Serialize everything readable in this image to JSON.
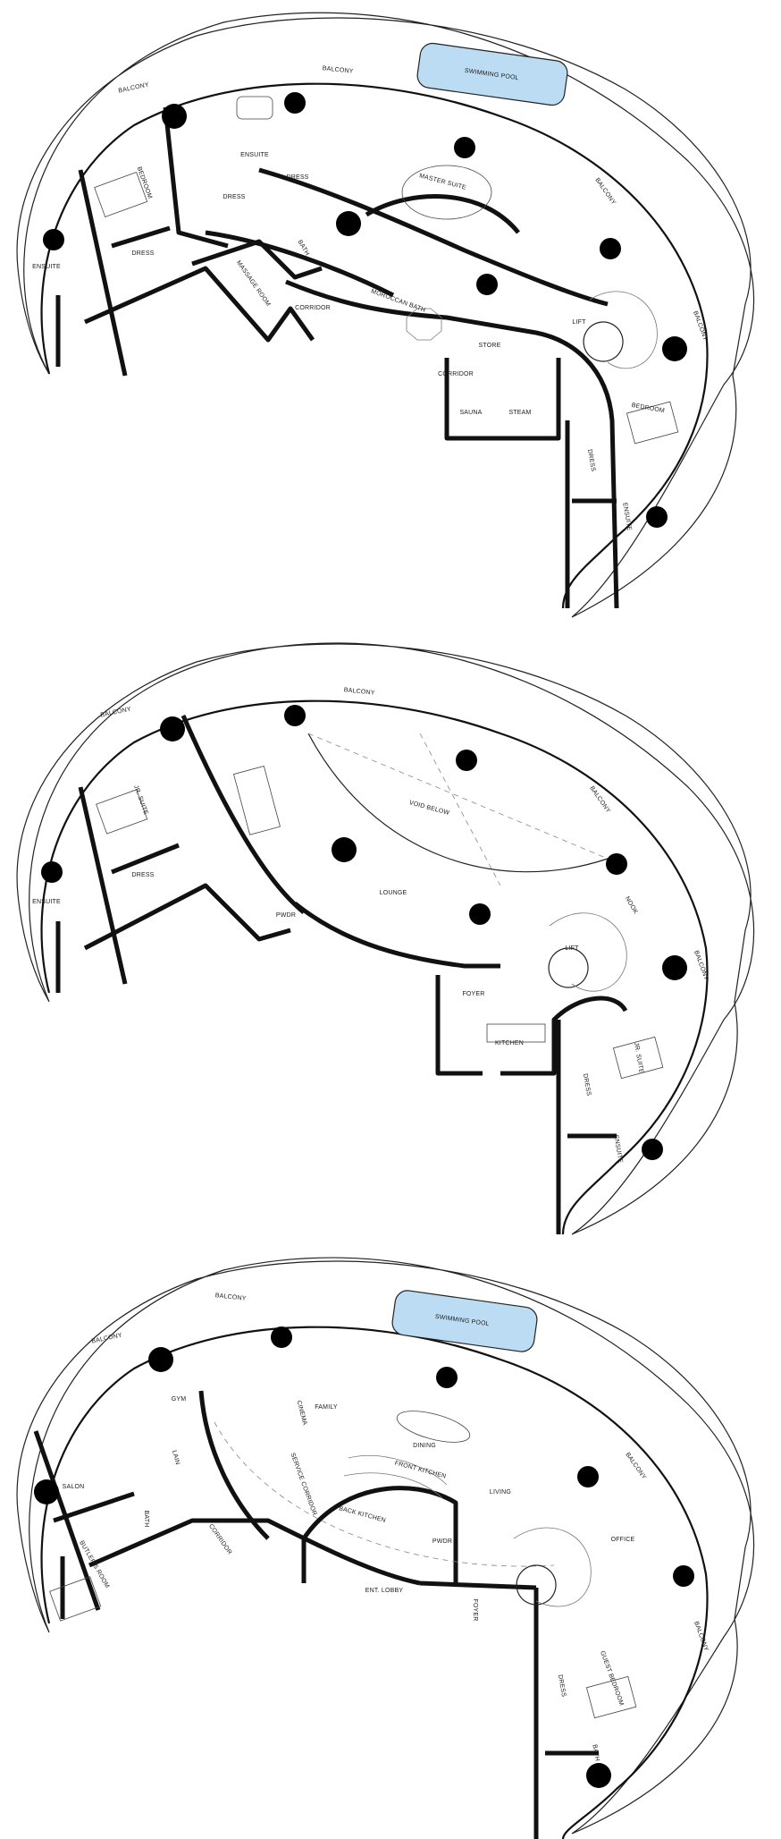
{
  "colors": {
    "pool": "#bcdcf4",
    "wall": "#111111",
    "column": "#000000",
    "background": "#ffffff"
  },
  "floors": [
    {
      "id": "upper",
      "labels": {
        "balcony_left": "BALCONY",
        "balcony_top": "BALCONY",
        "swimming_pool": "SWIMMING POOL",
        "balcony_right": "BALCONY",
        "balcony_far_right": "BALCONY",
        "ensuite_top": "ENSUITE",
        "dress_a": "DRESS",
        "dress_b": "DRESS",
        "master_suite": "MASTER SUITE",
        "bedroom_left": "BEDROOM",
        "ensuite_left": "ENSUITE",
        "dress_left": "DRESS",
        "massage_room": "MASSAGE ROOM",
        "bath": "BATH",
        "corridor_a": "CORRIDOR",
        "moroccan_bath": "MOROCCAN BATH",
        "lift": "LIFT",
        "store": "STORE",
        "corridor_b": "CORRIDOR",
        "sauna": "SAUNA",
        "steam": "STEAM",
        "bedroom_right": "BEDROOM",
        "dress_right": "DRESS",
        "ensuite_right": "ENSUITE"
      }
    },
    {
      "id": "middle",
      "labels": {
        "balcony_left": "BALCONY",
        "balcony_top": "BALCONY",
        "balcony_right": "BALCONY",
        "balcony_far_right": "BALCONY",
        "jr_suite_left": "JR. SUITE",
        "ensuite_left": "ENSUITE",
        "dress_left": "DRESS",
        "void_below": "VOID BELOW",
        "lounge": "LOUNGE",
        "pwdr": "PWDR",
        "nook": "NOOK",
        "lift": "LIFT",
        "foyer": "FOYER",
        "kitchen": "KITCHEN",
        "jr_suite_right": "JR. SUITE",
        "dress_right": "DRESS",
        "ensuite_right": "ENSUITE"
      }
    },
    {
      "id": "lower",
      "labels": {
        "balcony_left": "BALCONY",
        "balcony_top": "BALCONY",
        "swimming_pool": "SWIMMING POOL",
        "balcony_right": "BALCONY",
        "balcony_far_right": "BALCONY",
        "gym": "GYM",
        "cinema": "CINEMA",
        "family": "FAMILY",
        "dining": "DINING",
        "living": "LIVING",
        "salon": "SALON",
        "lain": "LAIN",
        "bath": "BATH",
        "service_corridor": "SERVICE CORRIDOR",
        "front_kitchen": "FRONT KITCHEN",
        "back_kitchen": "BACK KITCHEN",
        "pwdr": "PWDR",
        "butlers_room": "BUTLER'S ROOM",
        "corridor": "CORRIDOR",
        "ent_lobby": "ENT. LOBBY",
        "foyer": "FOYER",
        "office": "OFFICE",
        "guest_bedroom": "GUEST BEDROOM",
        "dress": "DRESS",
        "bath_right": "BATH"
      }
    }
  ]
}
